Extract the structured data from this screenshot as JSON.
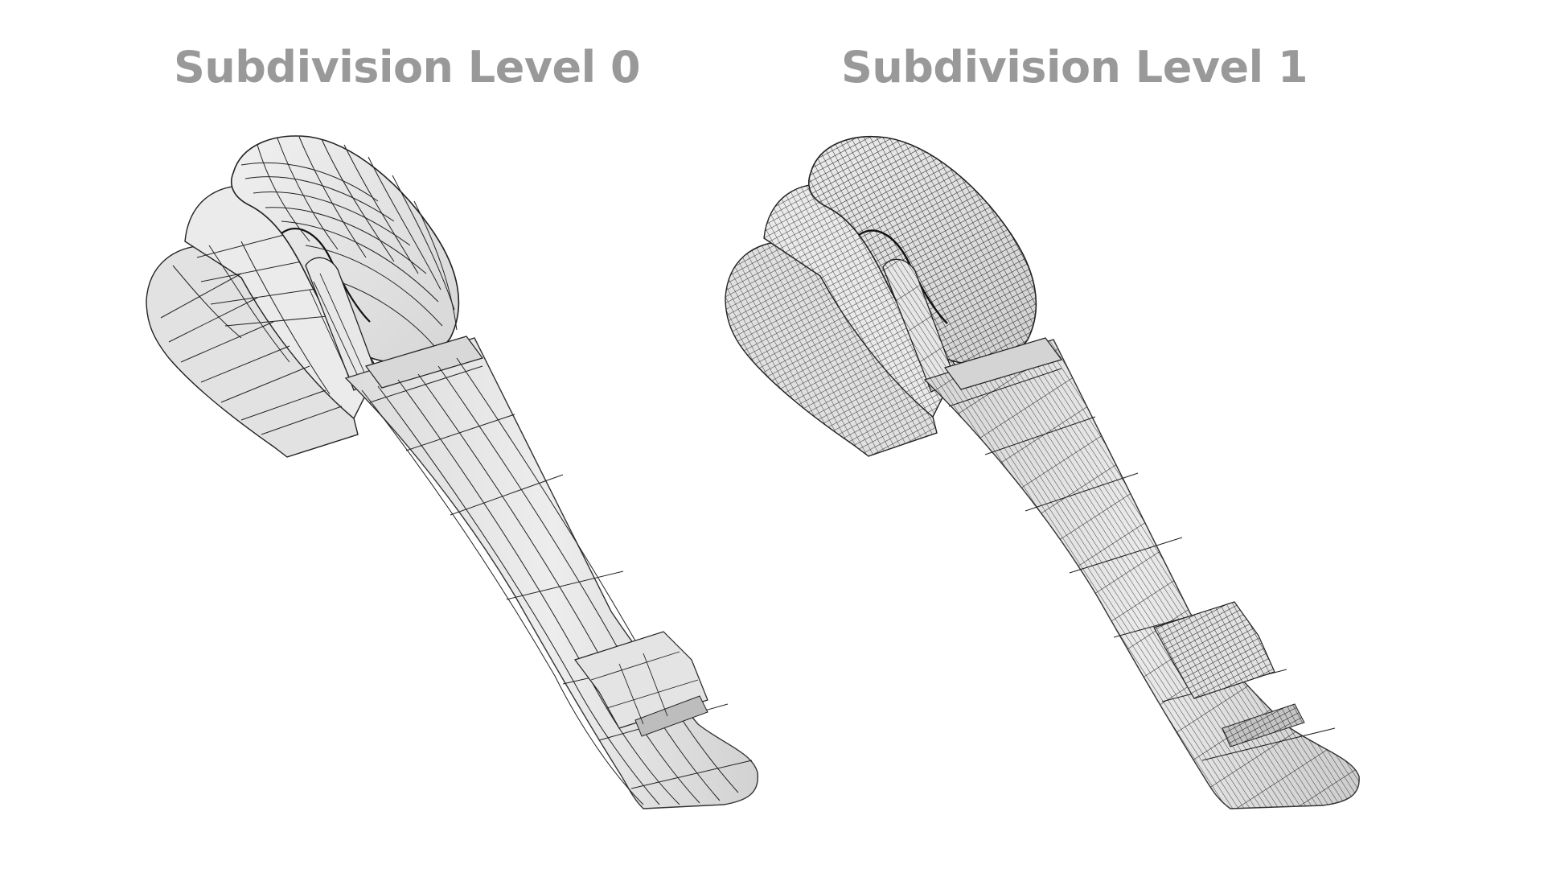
{
  "panels": [
    {
      "title": "Subdivision Level 0",
      "subdivision_level": 0,
      "subject": "zipper pull 3D model (wireframe overlay)",
      "mesh_density": "low"
    },
    {
      "title": "Subdivision Level 1",
      "subdivision_level": 1,
      "subject": "zipper pull 3D model (wireframe overlay)",
      "mesh_density": "high"
    }
  ],
  "colors": {
    "background": "#ffffff",
    "heading": "#999999",
    "surface": "#e6e6e6",
    "surface_shade": "#cfcfcf",
    "wire": "#1a1a1a"
  }
}
